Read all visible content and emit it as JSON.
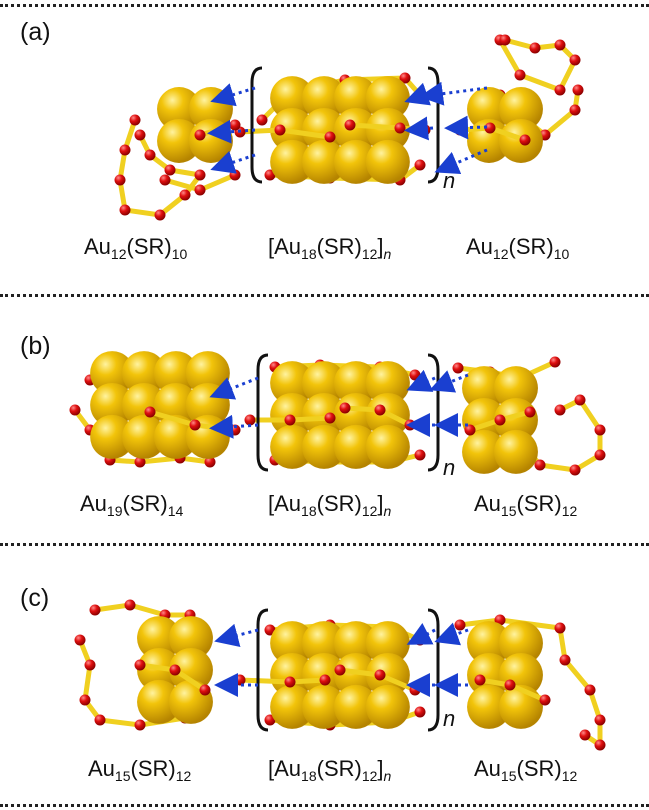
{
  "dividers": [
    "top",
    "ab",
    "bc",
    "bottom"
  ],
  "panels": [
    {
      "label": "(a)",
      "left_formula": {
        "base": "Au",
        "s1": "12",
        "mid": "(SR)",
        "s2": "10"
      },
      "center_formula": {
        "open": "[",
        "base": "Au",
        "s1": "18",
        "mid": "(SR)",
        "s2": "12",
        "close": "]",
        "s3": "n"
      },
      "right_formula": {
        "base": "Au",
        "s1": "12",
        "mid": "(SR)",
        "s2": "10"
      },
      "repeat_label": "n"
    },
    {
      "label": "(b)",
      "left_formula": {
        "base": "Au",
        "s1": "19",
        "mid": "(SR)",
        "s2": "14"
      },
      "center_formula": {
        "open": "[",
        "base": "Au",
        "s1": "18",
        "mid": "(SR)",
        "s2": "12",
        "close": "]",
        "s3": "n"
      },
      "right_formula": {
        "base": "Au",
        "s1": "15",
        "mid": "(SR)",
        "s2": "12"
      },
      "repeat_label": "n"
    },
    {
      "label": "(c)",
      "left_formula": {
        "base": "Au",
        "s1": "15",
        "mid": "(SR)",
        "s2": "12"
      },
      "center_formula": {
        "open": "[",
        "base": "Au",
        "s1": "18",
        "mid": "(SR)",
        "s2": "12",
        "close": "]",
        "s3": "n"
      },
      "right_formula": {
        "base": "Au",
        "s1": "15",
        "mid": "(SR)",
        "s2": "12"
      },
      "repeat_label": "n"
    }
  ],
  "colors": {
    "gold": "#f2c40a",
    "gold_highlight": "#fff3a0",
    "gold_shadow": "#b58400",
    "sulfur": "#e01010",
    "bond": "#f0d020",
    "arrow": "#1a3fd0",
    "divider": "#222222"
  }
}
